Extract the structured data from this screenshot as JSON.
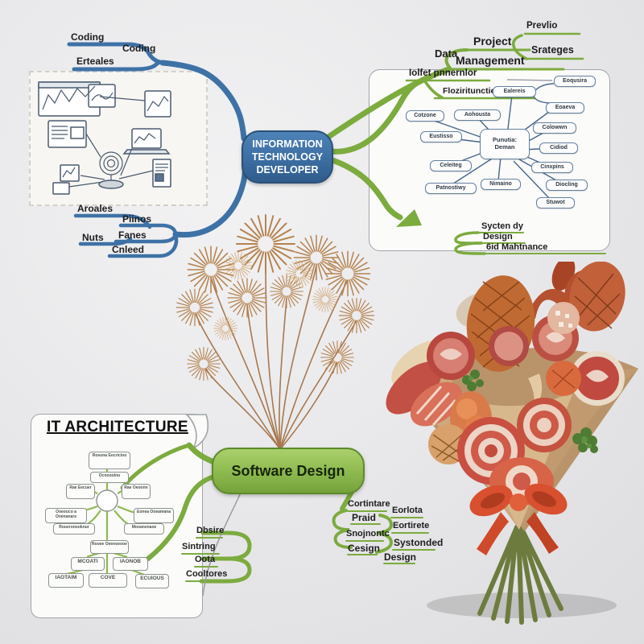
{
  "colors": {
    "branch_blue": "#3e72a6",
    "branch_green": "#7cab3e",
    "panel_border": "#a0a4a8",
    "box_border": "#62809f",
    "firework_brown": "#a97a4a",
    "ribbon_red": "#d8502f",
    "kraft_paper": "#c49a6c"
  },
  "it_node": {
    "label": "INFORMATION TECHNOLOGY DEVELOPER"
  },
  "sd_node": {
    "label": "Software Design"
  },
  "coding_cluster": {
    "items": [
      "Coding",
      "Coding",
      "Erteales"
    ]
  },
  "left_cluster": {
    "items": [
      "Aroales",
      "Piinos",
      "Nuts",
      "Fanes",
      "Cnleed"
    ]
  },
  "pm_cluster": {
    "data": "Data",
    "project": "Project",
    "management": "Management",
    "prevlio": "Prevlio",
    "srateges": "Srateges"
  },
  "tr_panel": {
    "header1": "Iolfet pnnernlor",
    "header2": "Floziritunctie",
    "center": "Punutia: Deman",
    "boxes": [
      "Cotzone",
      "Aohousta",
      "Eustisso",
      "Celeiteg",
      "Patnostiwy",
      "Nimaino",
      "Ealereis",
      "Eoqusira",
      "Eoaeva",
      "Colowwn",
      "Cidiod",
      "Cinxpins",
      "Diocling",
      "Stuwot"
    ]
  },
  "system_cluster": {
    "items": [
      "Sycten dy",
      "Design",
      "6id Mahtnance"
    ]
  },
  "bl_panel": {
    "title": "IT ARCHITECTURE",
    "boxes": [
      "Rosuna Eocricioo",
      "Ocnooolno",
      "Rae Eecuer",
      "Rae Oeoonn",
      "Ooeouco a Onenanars",
      "Roueronooknur",
      "Eonea Ooeamana",
      "Mooanenaoe",
      "Rooee Oeenoeooe",
      "MCOATI",
      "IAONOB",
      "IAOTAIM",
      "COVE",
      "ECUIOUS"
    ]
  },
  "desire_cluster": {
    "items": [
      "Dbsire",
      "Sintring",
      "Oota",
      "Cooltores"
    ]
  },
  "br_cluster": {
    "left": [
      "Cortintare",
      "Praid",
      "Snojnontc",
      "Cesign"
    ],
    "right": [
      "Eorlota",
      "Eortirete",
      "Systonded",
      "Design"
    ]
  }
}
